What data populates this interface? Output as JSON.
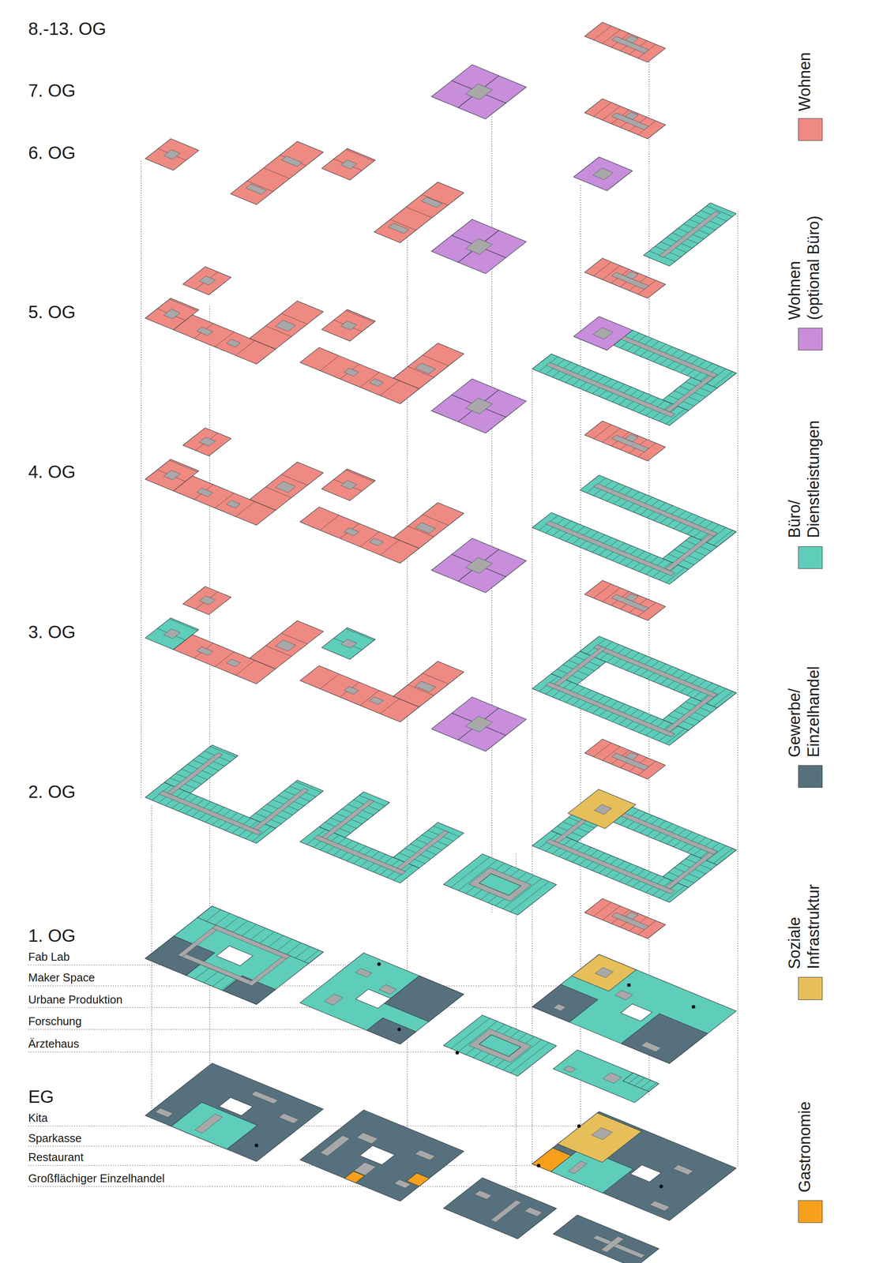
{
  "diagram": {
    "labels": [
      "8.-13. OG",
      "7. OG",
      "6. OG",
      "5. OG",
      "4. OG",
      "3. OG",
      "2. OG",
      "1. OG",
      "Fab Lab",
      "Maker Space",
      "Urbane Produktion",
      "Forschung",
      "Ärztehaus",
      "EG",
      "Kita",
      "Sparkasse",
      "Restaurant",
      "Großflächiger Einzelhandel"
    ],
    "legend": [
      {
        "text": "Wohnen",
        "color": "#ef8a82"
      },
      {
        "text": "Wohnen (optional Büro)",
        "color": "#c88ddb"
      },
      {
        "text": "Büro/ Dienstleistungen",
        "color": "#5ecdb9"
      },
      {
        "text": "Gewerbe/ Einzelhandel",
        "color": "#56717d"
      },
      {
        "text": "Soziale Infrastruktur",
        "color": "#e6bf5b"
      },
      {
        "text": "Gastronomie",
        "color": "#f7a01b"
      }
    ]
  }
}
